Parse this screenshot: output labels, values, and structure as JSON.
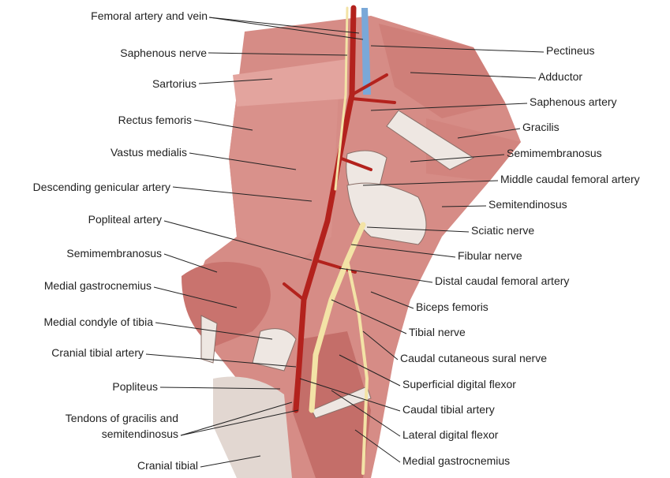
{
  "left_labels": [
    "Femoral artery and vein",
    "Saphenous nerve",
    "Sartorius",
    "Rectus femoris",
    "Vastus medialis",
    "Descending genicular artery",
    "Popliteal artery",
    "Semimembranosus",
    "Medial gastrocnemius",
    "Medial condyle of tibia",
    "Cranial tibial artery",
    "Popliteus",
    "Tendons of gracilis and",
    "semitendinosus",
    "Cranial tibial"
  ],
  "right_labels": [
    "Pectineus",
    "Adductor",
    "Saphenous artery",
    "Gracilis",
    "Semimembranosus",
    "Middle caudal femoral artery",
    "Semitendinosus",
    "Sciatic nerve",
    "Fibular nerve",
    "Distal caudal femoral artery",
    "Biceps femoris",
    "Tibial nerve",
    "Caudal cutaneous sural nerve",
    "Superficial digital flexor",
    "Caudal tibial artery",
    "Lateral digital flexor",
    "Medial gastrocnemius"
  ],
  "colors": {
    "muscle": "#d68c86",
    "muscle_dark": "#b9625d",
    "artery": "#b3221d",
    "vein": "#7aa8d8",
    "nerve": "#f3e3a6",
    "tendon": "#eee7e2"
  }
}
